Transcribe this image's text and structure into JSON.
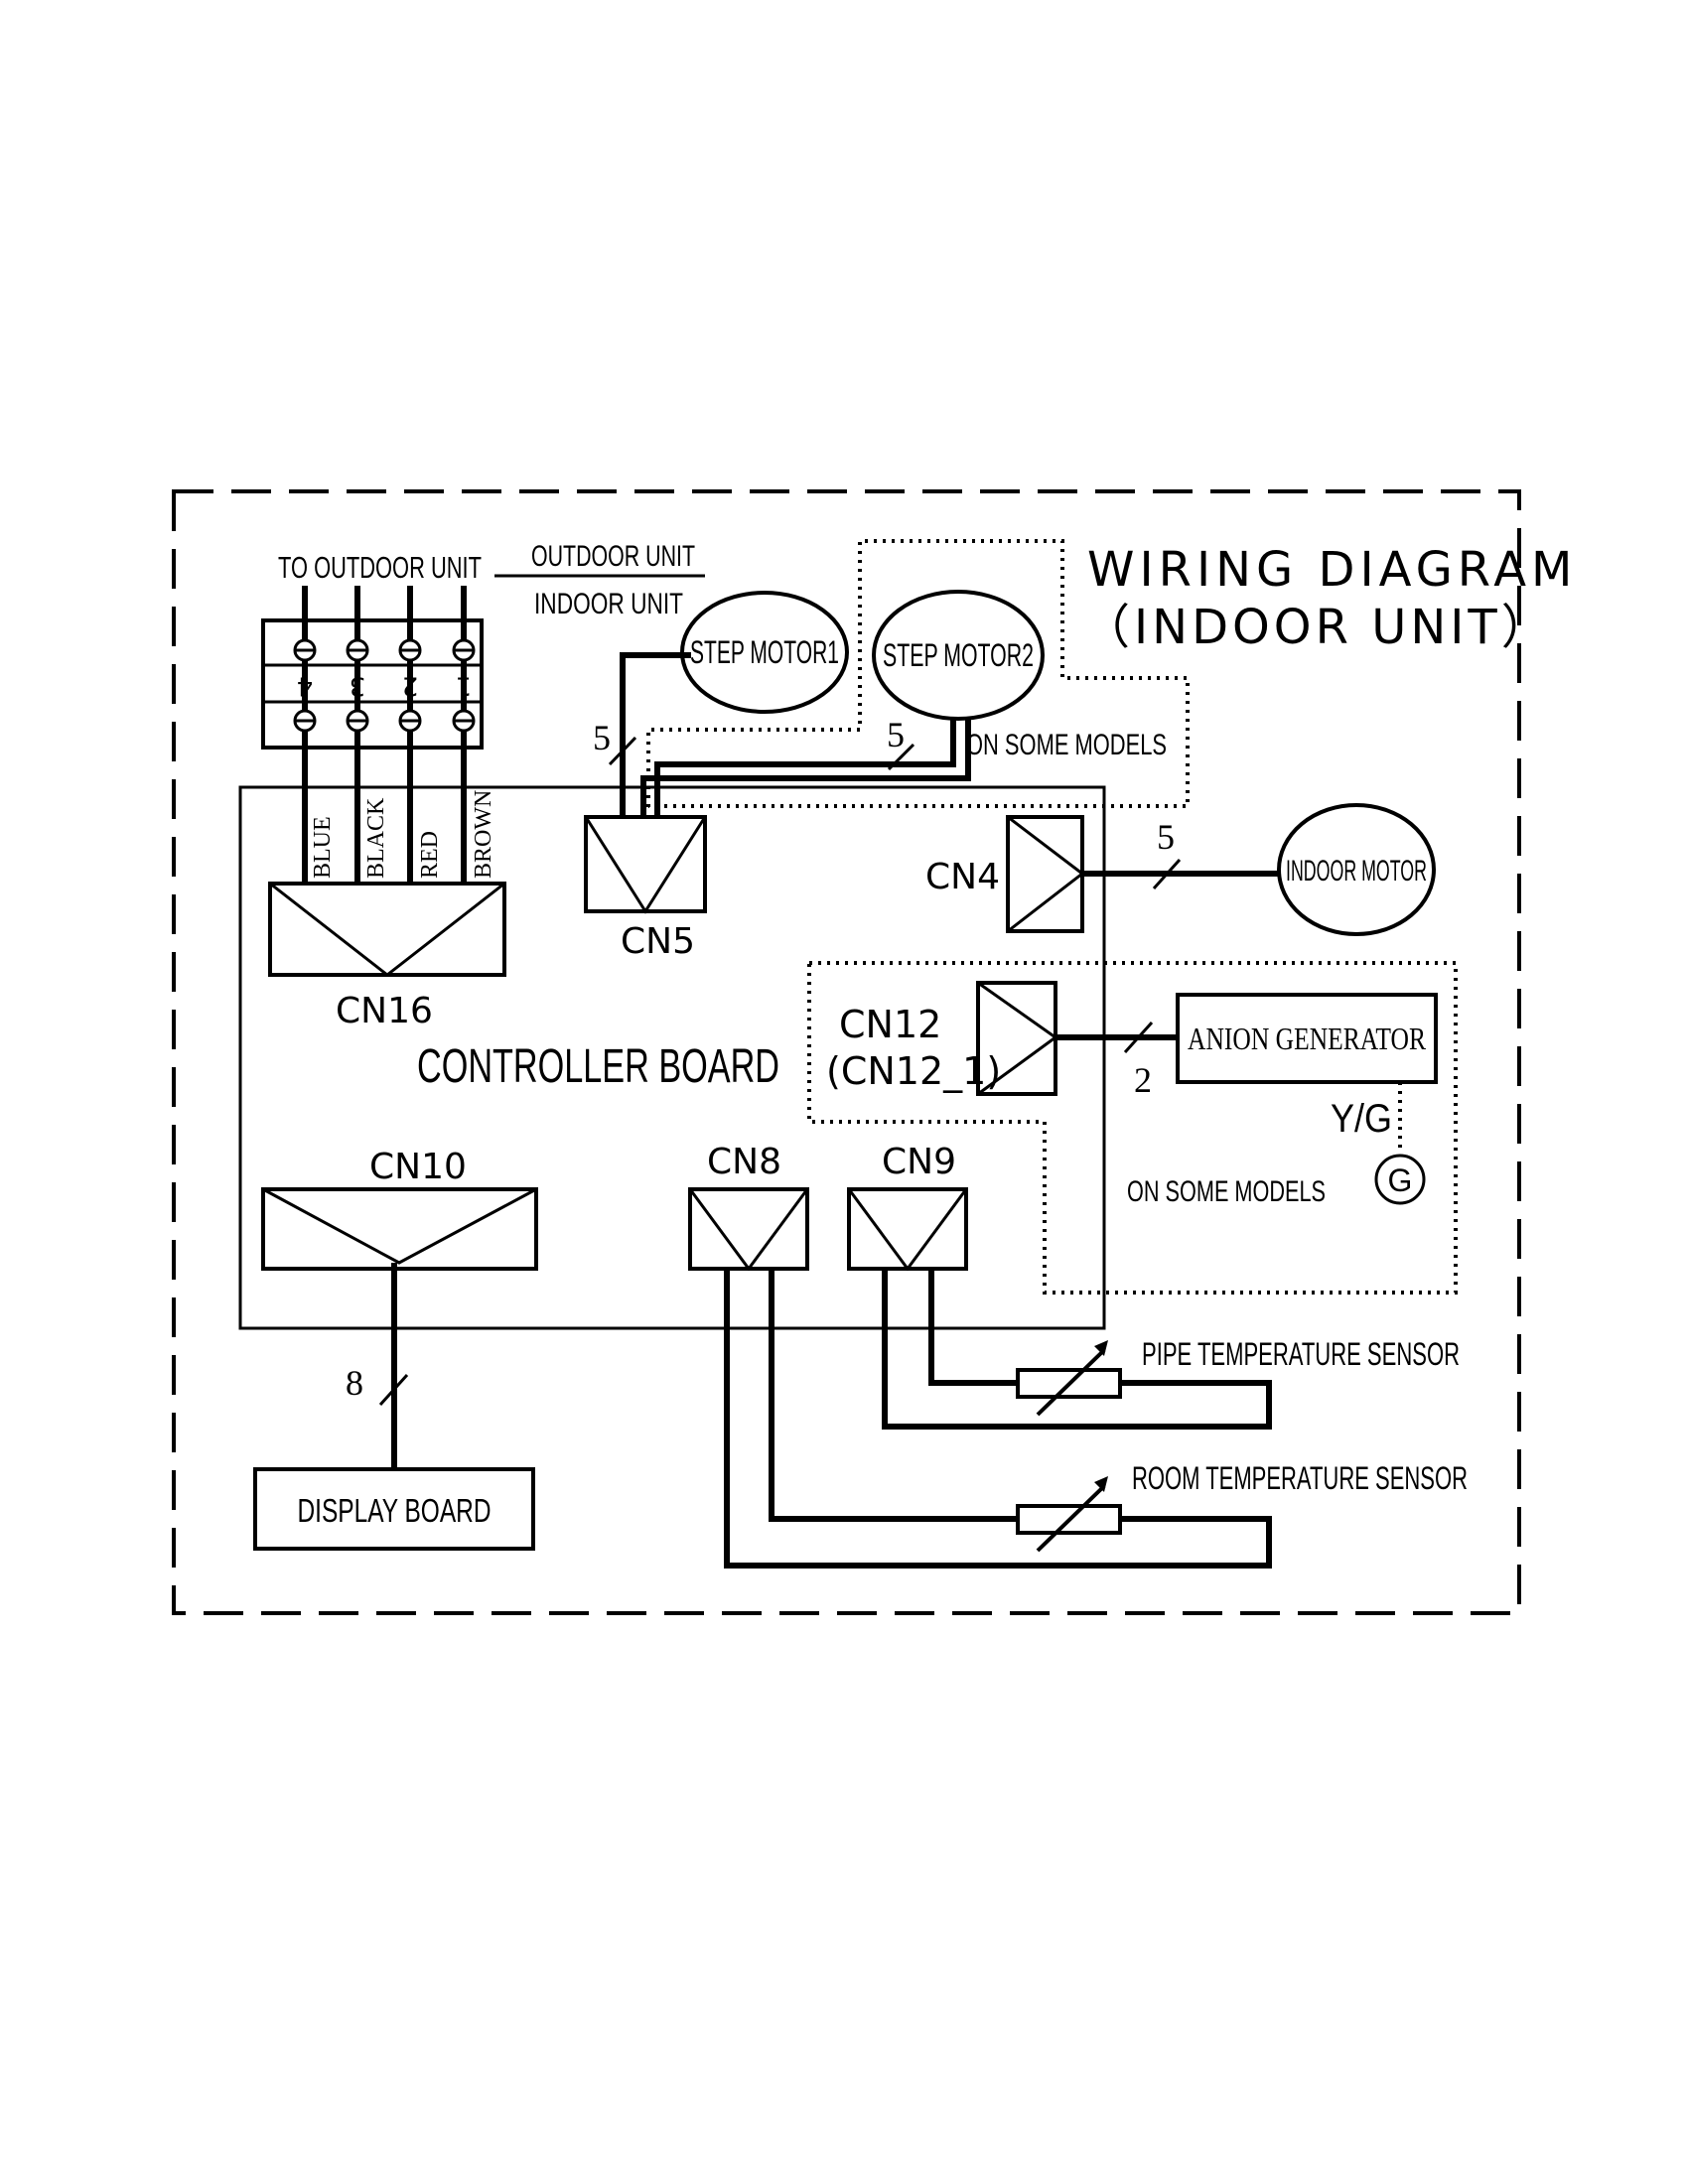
{
  "title": {
    "line1": "WIRING DIAGRAM",
    "line2": "（INDOOR UNIT）"
  },
  "terminal_block": {
    "heading": "TO OUTDOOR UNIT",
    "unit_divider_top": "OUTDOOR UNIT",
    "unit_divider_bottom": "INDOOR UNIT",
    "terminals": [
      "4",
      "3",
      "2",
      "1"
    ],
    "wire_colors": [
      "BLUE",
      "BLACK",
      "RED",
      "BROWN"
    ]
  },
  "components": {
    "step_motor1": "STEP MOTOR1",
    "step_motor2": "STEP MOTOR2",
    "indoor_motor": "INDOOR MOTOR",
    "anion_generator": "ANION GENERATOR",
    "ground_label": "Y/G",
    "ground_symbol": "G",
    "display_board": "DISPLAY BOARD",
    "pipe_sensor": "PIPE TEMPERATURE SENSOR",
    "room_sensor": "ROOM TEMPERATURE SENSOR",
    "controller_board": "CONTROLLER BOARD"
  },
  "connectors": {
    "cn16": "CN16",
    "cn5": "CN5",
    "cn4": "CN4",
    "cn12": "CN12",
    "cn12_alt": "(CN12_1)",
    "cn10": "CN10",
    "cn8": "CN8",
    "cn9": "CN9"
  },
  "notes": {
    "optional_upper": "ON SOME MODELS",
    "optional_lower": "ON SOME MODELS"
  },
  "wire_counts": {
    "step_motor1": "5",
    "step_motor2": "5",
    "indoor_motor": "5",
    "anion_generator": "2",
    "display_board": "8"
  }
}
